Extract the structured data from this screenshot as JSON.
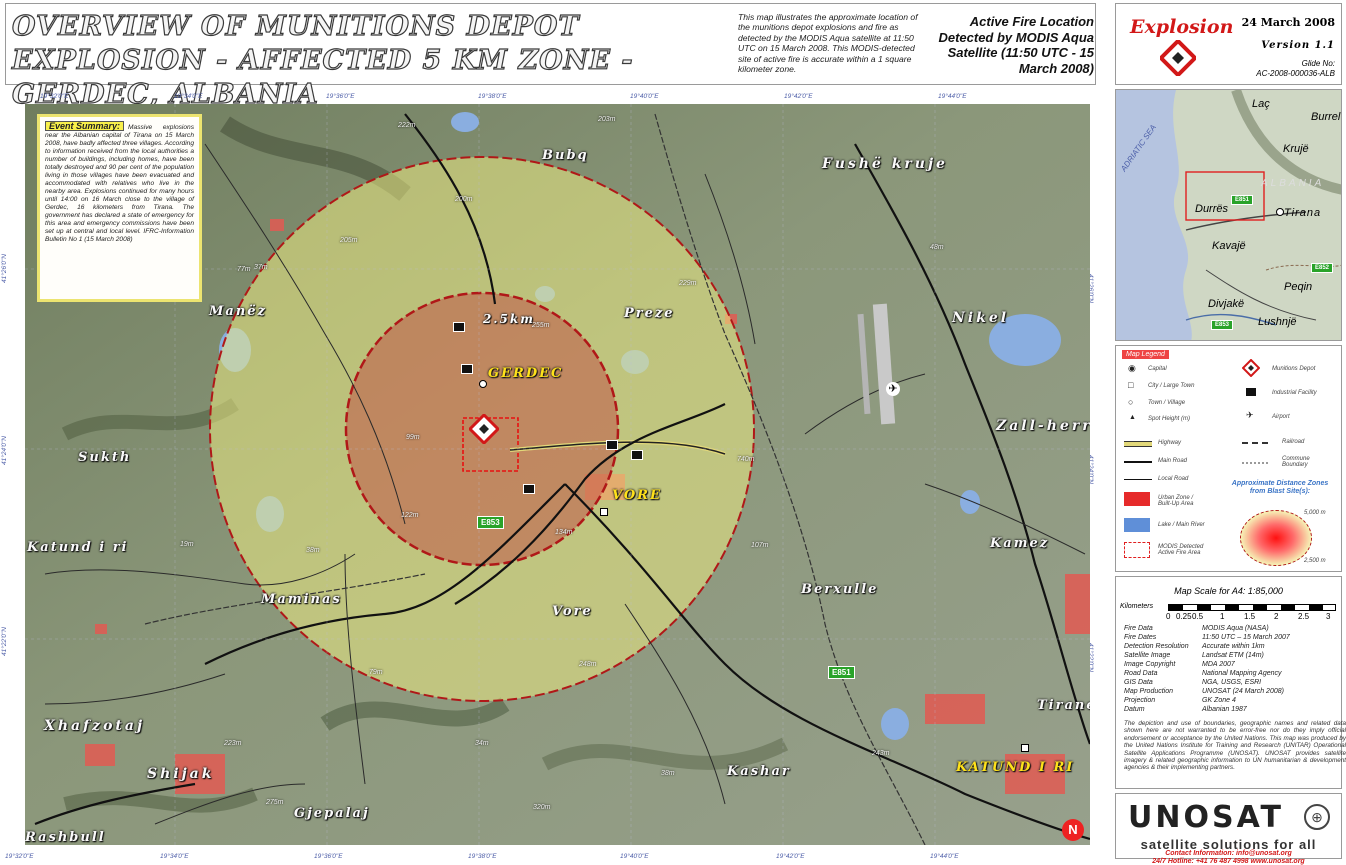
{
  "header": {
    "title": "OVERVIEW OF MUNITIONS DEPOT EXPLOSION - AFFECTED 5 KM ZONE - GERDEC, ALBANIA",
    "description": "This map illustrates the approximate location of the munitions depot explosions and fire as detected by the MODIS Aqua satellite at 11:50 UTC on 15 March 2008. This MODIS-detected site of active fire is accurate within a 1 square kilometer zone.",
    "fire_detection": "Active Fire Location Detected by MODIS Aqua Satellite (11:50 UTC - 15 March 2008)"
  },
  "side_header": {
    "event": "Explosion",
    "date": "24 March 2008",
    "version": "Version 1.1",
    "glide_label": "Glide No:",
    "glide_no": "AC-2008-000036-ALB"
  },
  "coords": {
    "top": [
      "19°32'0\"E",
      "19°34'0\"E",
      "19°36'0\"E",
      "19°38'0\"E",
      "19°40'0\"E",
      "19°42'0\"E",
      "19°44'0\"E"
    ],
    "bottom": [
      "19°32'0\"E",
      "19°34'0\"E",
      "19°36'0\"E",
      "19°38'0\"E",
      "19°40'0\"E",
      "19°42'0\"E",
      "19°44'0\"E"
    ],
    "left": [
      "41°26'0\"N",
      "41°24'0\"N",
      "41°22'0\"N"
    ],
    "right": [
      "41°26'0\"N",
      "41°24'0\"N",
      "41°22'0\"N"
    ]
  },
  "event_summary": {
    "title": "Event Summary:",
    "text": "Massive explosions near the Albanian capital of Tirana on 15 March 2008, have badly affected three villages. According to information received from the local authorities a number of buildings, including homes, have been totally destroyed and 90 per cent of the population living in those villages have been evacuated and accommodated with relatives who live in the nearby area. Explosions continued for many hours until 14:00 on 16 March close to the village of Gerdec, 16 kilometers from Tirana. The government has declared a state of emergency for this area and emergency commissions have been set up at central and local level. IFRC-Information Bulletin No 1 (15 March 2008)"
  },
  "map": {
    "ring_inner_label": "2.5km",
    "places": {
      "bubq": "Bubq",
      "fushe_kruje": "Fushë kruje",
      "manez": "Manëz",
      "preze": "Preze",
      "gerdec": "GERDEC",
      "nikel": "Nikel",
      "zall_herr": "Zall-herr",
      "sukth": "Sukth",
      "vore_town": "VORE",
      "katund_i_ri_w": "Katund i ri",
      "kamez": "Kamez",
      "maminas": "Maminas",
      "vore": "Vore",
      "berxulle": "Berxulle",
      "xhafzotaj": "Xhafzotaj",
      "shijak": "Shijak",
      "kashar": "Kashar",
      "tirane": "Tirane",
      "katund_i_ri_e": "KATUND I RI",
      "gjepalaj": "Gjepalaj",
      "rashbull": "Rashbull"
    },
    "road_e853": "E853",
    "road_e851": "E851",
    "spot_heights": [
      "222m",
      "200m",
      "203m",
      "205m",
      "77m",
      "229m",
      "255m",
      "99m",
      "122m",
      "740m",
      "19m",
      "38m",
      "134m",
      "107m",
      "79m",
      "37m",
      "248m",
      "223m",
      "320m",
      "275m",
      "243m",
      "34m",
      "48m",
      "38m"
    ]
  },
  "inset": {
    "sea": "ADRIATIC SEA",
    "lac": "Laç",
    "burrel": "Burrel",
    "kruje": "Krujë",
    "albania": "ALBANIA",
    "durres": "Durrës",
    "tirana": "Tirana",
    "kavaje": "Kavajë",
    "peqin": "Peqin",
    "divjake": "Divjakë",
    "lushnje": "Lushnjë",
    "e851": "E851",
    "e852": "E852",
    "e853": "E853"
  },
  "legend": {
    "title": "Map Legend",
    "capital": "Capital",
    "city": "City / Large Town",
    "town": "Town / Village",
    "spot": "Spot Height (m)",
    "highway": "Highway",
    "main_road": "Main Road",
    "local_road": "Local Road",
    "urban": "Urban Zone / Built-Up Area",
    "lake": "Lake / Main River",
    "fire": "MODIS Detected Active Fire Area",
    "depot": "Munitions Depot",
    "industrial": "Industrial Facility",
    "airport": "Airport",
    "railroad": "Railroad",
    "commune": "Commune Boundary",
    "zones_title": "Approximate Distance Zones from Blast Site(s):",
    "z5000": "5,000 m",
    "z2500": "2,500 m"
  },
  "scale": {
    "title": "Map Scale for A4: 1:85,000",
    "unit": "Kilometers",
    "ticks": [
      "0",
      "0.25",
      "0.5",
      "1",
      "1.5",
      "2",
      "2.5",
      "3"
    ]
  },
  "metadata": [
    {
      "key": "Fire Data",
      "value": "MODIS Aqua (NASA)"
    },
    {
      "key": "Fire Dates",
      "value": "11:50 UTC – 15 March 2007"
    },
    {
      "key": "Detection Resolution",
      "value": "Accurate within 1km"
    },
    {
      "key": "Satellite Image",
      "value": "Landsat ETM (14m)"
    },
    {
      "key": "Image Copyright",
      "value": "MDA 2007"
    },
    {
      "key": "Road Data",
      "value": "National Mapping Agency"
    },
    {
      "key": "GIS Data",
      "value": "NGA, USGS, ESRI"
    },
    {
      "key": "Map Production",
      "value": "UNOSAT (24 March 2008)"
    },
    {
      "key": "Projection",
      "value": "GK Zone 4"
    },
    {
      "key": "Datum",
      "value": "Albanian 1987"
    }
  ],
  "disclaimer": "The depiction and use of boundaries, geographic names and related data shown here are not warranted to be error-free nor do they imply official endorsement or acceptance by the United Nations. This map was produced by the United Nations Institute for Training and Research (UNITAR) Operational Satellite Applications Programme (UNOSAT). UNOSAT provides satellite imagery & related geographic information to UN humanitarian & development agencies & their implementing partners.",
  "unosat": {
    "logo": "UNOSAT",
    "tagline": "satellite solutions for all",
    "contact": "Contact Information: info@unosat.org",
    "hotline": "24/7 Hotline: +41 76 487 4998 www.unosat.org"
  },
  "colors": {
    "accent_red": "#d21818",
    "zone_outer": "#f0ee82",
    "zone_inner": "#c0403f",
    "ring_line": "#b01818",
    "highlight_yellow": "#ffe21a"
  },
  "icons": [
    "diamond-depot-icon",
    "industrial-facility-icon",
    "airport-icon",
    "capital-icon",
    "north-arrow-icon",
    "un-emblem-icon"
  ]
}
